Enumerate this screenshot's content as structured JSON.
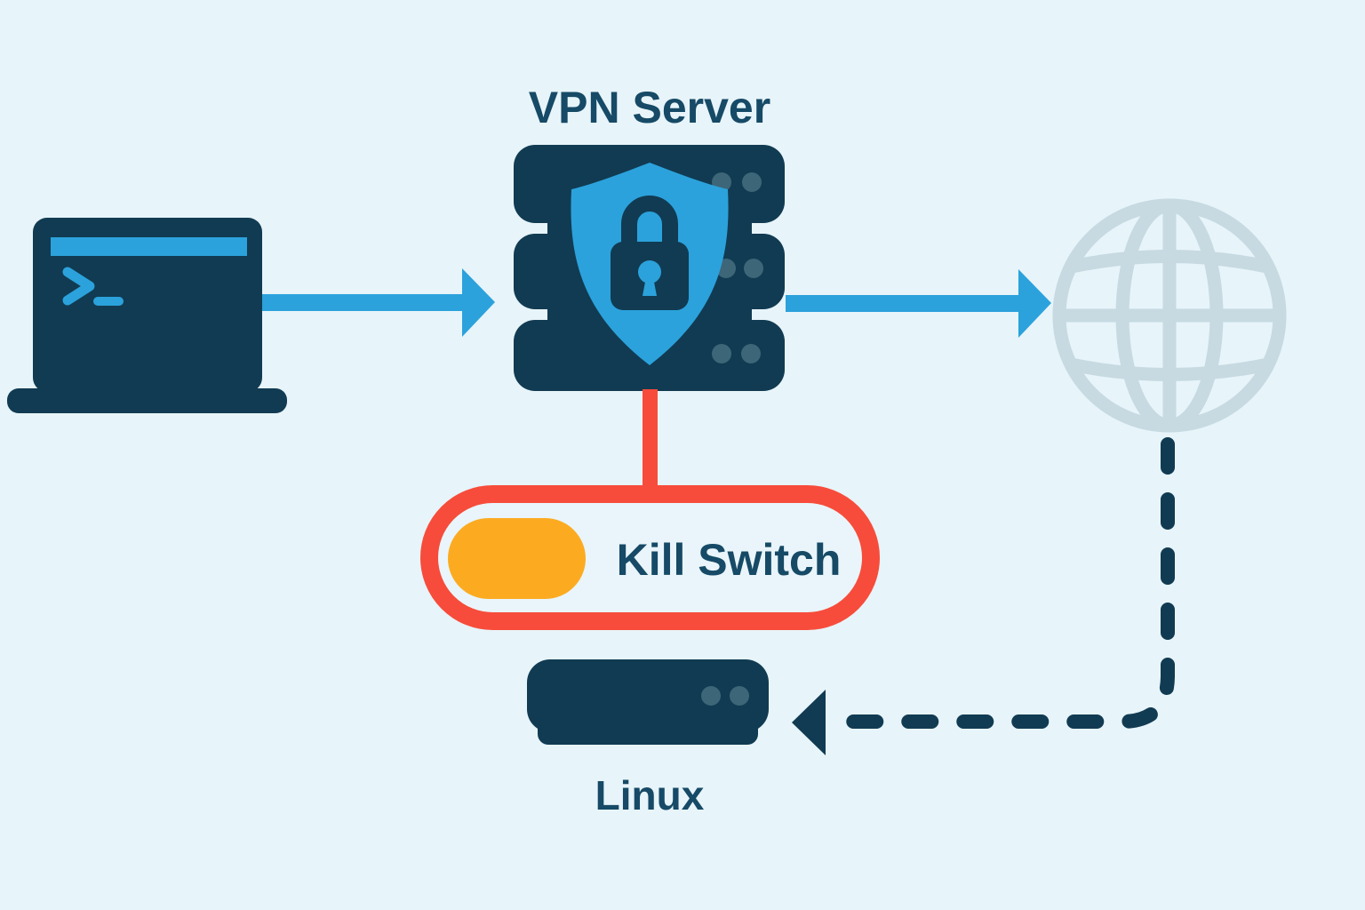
{
  "labels": {
    "vpn_server": "VPN Server",
    "kill_switch": "Kill Switch",
    "linux": "Linux"
  },
  "colors": {
    "background": "#e7f4f9",
    "navy": "#113b52",
    "blue": "#2ba2dc",
    "red": "#f74c3b",
    "orange": "#fcab21",
    "globe_gray": "#c7dae1",
    "slate_dot": "#3d6678",
    "text_navy": "#164a66",
    "pill_fill": "#e9f5fa"
  },
  "diagram": {
    "type": "network-flow",
    "description": "VPN kill switch traffic flow",
    "nodes": [
      {
        "id": "client-terminal",
        "icon": "terminal-laptop-icon",
        "label": ""
      },
      {
        "id": "vpn-server",
        "icon": "server-stack-with-shield-lock-icon",
        "label": "VPN Server"
      },
      {
        "id": "internet",
        "icon": "globe-icon",
        "label": ""
      },
      {
        "id": "kill-switch",
        "icon": "toggle-switch-icon",
        "label": "Kill Switch",
        "toggle_state": "on",
        "highlight": "red-outline"
      },
      {
        "id": "linux-host",
        "icon": "server-box-icon",
        "label": "Linux"
      }
    ],
    "edges": [
      {
        "from": "client-terminal",
        "to": "vpn-server",
        "style": "solid-arrow",
        "color": "#2ba2dc"
      },
      {
        "from": "vpn-server",
        "to": "internet",
        "style": "solid-arrow",
        "color": "#2ba2dc"
      },
      {
        "from": "vpn-server",
        "to": "kill-switch",
        "style": "solid-line",
        "color": "#f74c3b"
      },
      {
        "from": "internet",
        "to": "linux-host",
        "style": "dashed-arrow",
        "color": "#113b52"
      }
    ]
  }
}
